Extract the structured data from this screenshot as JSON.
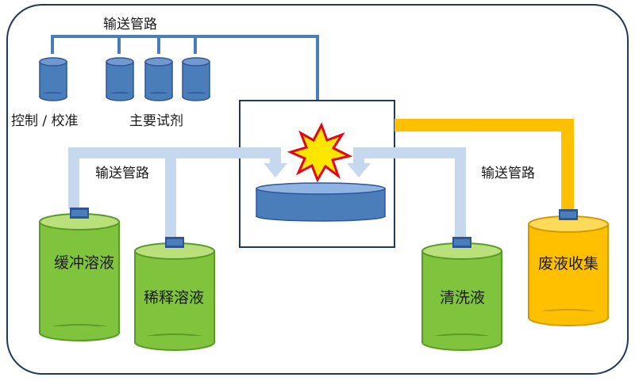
{
  "labels": {
    "pipe_top": "输送管路",
    "pipe_left": "输送管路",
    "pipe_right": "输送管路",
    "control_calibration": "控制 / 校准",
    "main_reagents": "主要试剂"
  },
  "tanks": {
    "buffer": "缓冲溶液",
    "dilution": "稀释溶液",
    "wash": "清洗液",
    "waste": "废液收集"
  },
  "colors": {
    "frame": "#1f3a5c",
    "reagent_blue": "#4a7ebb",
    "reagent_dark": "#2f5597",
    "pipe_light": "#c5d8ee",
    "tank_green": "#7fc43c",
    "tank_green_dark": "#5a9a26",
    "tank_top_green": "#b9e07a",
    "waste_yellow": "#ffc000",
    "waste_dark": "#d39a00",
    "flash_red": "#e30613",
    "flash_yellow": "#ffe600"
  }
}
